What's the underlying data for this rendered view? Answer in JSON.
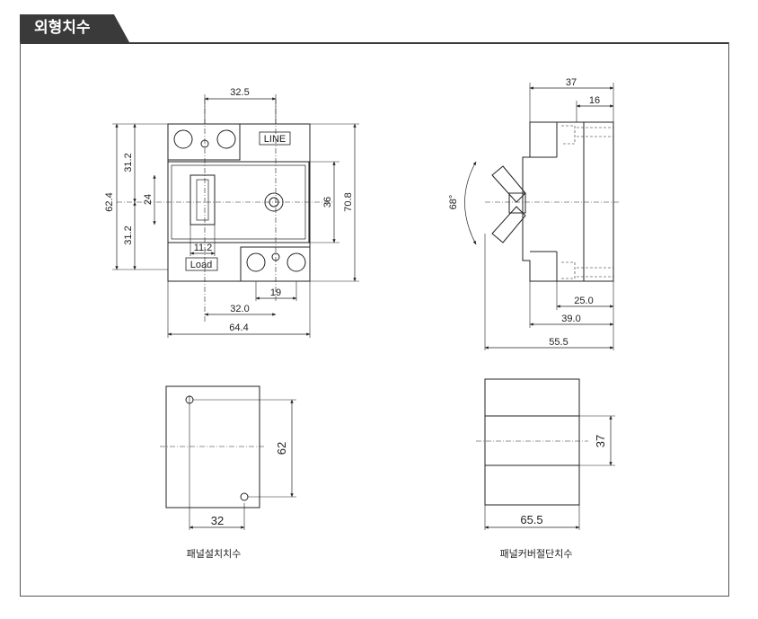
{
  "section_title": "외형치수",
  "front_view": {
    "line_label": "LINE",
    "load_label": "Load",
    "dims": {
      "top_width": "32.5",
      "upper_half": "31.2",
      "total_height": "62.4",
      "window_height": "24",
      "lower_half": "31.2",
      "window_width": "11.2",
      "inner_height": "36",
      "outer_height": "70.8",
      "terminal_pitch": "19",
      "mount_pitch": "32.0",
      "total_width": "64.4"
    }
  },
  "side_view": {
    "dims": {
      "top_total": "37",
      "top_part": "16",
      "angle": "68°",
      "depth_1": "25.0",
      "depth_2": "39.0",
      "depth_3": "55.5"
    }
  },
  "panel_mount": {
    "caption": "패널설치치수",
    "dims": {
      "height": "62",
      "width": "32"
    }
  },
  "panel_cover": {
    "caption": "패널커버절단치수",
    "dims": {
      "height": "37",
      "width": "65.5"
    }
  }
}
